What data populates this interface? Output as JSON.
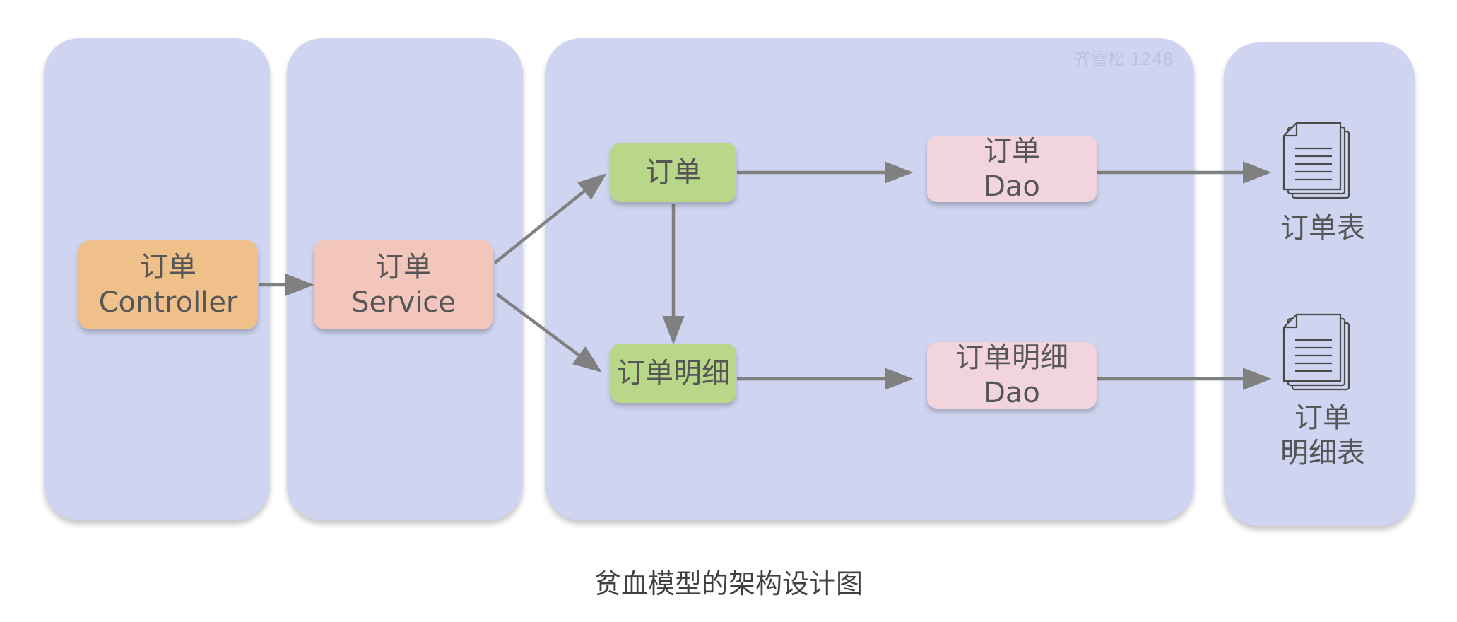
{
  "lanes": [
    "controller-lane",
    "service-lane",
    "domain-lane",
    "database-lane"
  ],
  "boxes": {
    "controller": {
      "line1": "订单",
      "line2": "Controller"
    },
    "service": {
      "line1": "订单",
      "line2": "Service"
    },
    "order": {
      "line1": "订单"
    },
    "order_detail": {
      "line1": "订单明细"
    },
    "order_dao": {
      "line1": "订单",
      "line2": "Dao"
    },
    "order_detail_dao": {
      "line1": "订单明细",
      "line2": "Dao"
    }
  },
  "tables": {
    "order_table": {
      "line1": "订单表",
      "icon": "document-icon"
    },
    "order_detail_table": {
      "line1": "订单",
      "line2": "明细表",
      "icon": "document-icon"
    }
  },
  "watermark": "齐雪松 1248",
  "caption": "贫血模型的架构设计图",
  "colors": {
    "lane": "#cfd5f1",
    "controller": "#f0c08b",
    "service": "#f3c6bb",
    "domain": "#b8d788",
    "dao": "#f2d5dc",
    "arrow": "#808080"
  }
}
